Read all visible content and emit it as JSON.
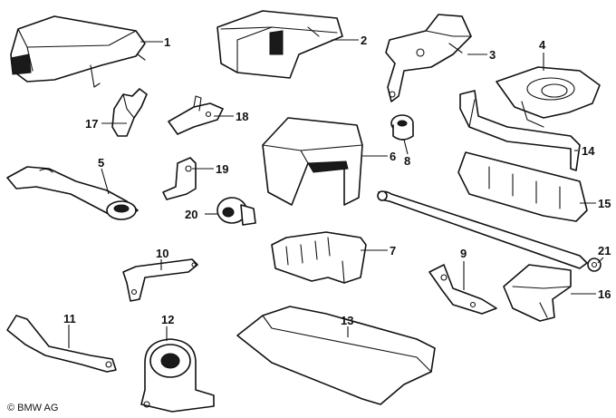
{
  "callouts": {
    "p1": "1",
    "p2": "2",
    "p3": "3",
    "p4": "4",
    "p5": "5",
    "p6": "6",
    "p7": "7",
    "p8": "8",
    "p9": "9",
    "p10": "10",
    "p11": "11",
    "p12": "12",
    "p13": "13",
    "p14": "14",
    "p15": "15",
    "p16": "16",
    "p17": "17",
    "p18": "18",
    "p19": "19",
    "p20": "20",
    "p21": "21"
  },
  "copyright": "© BMW AG"
}
